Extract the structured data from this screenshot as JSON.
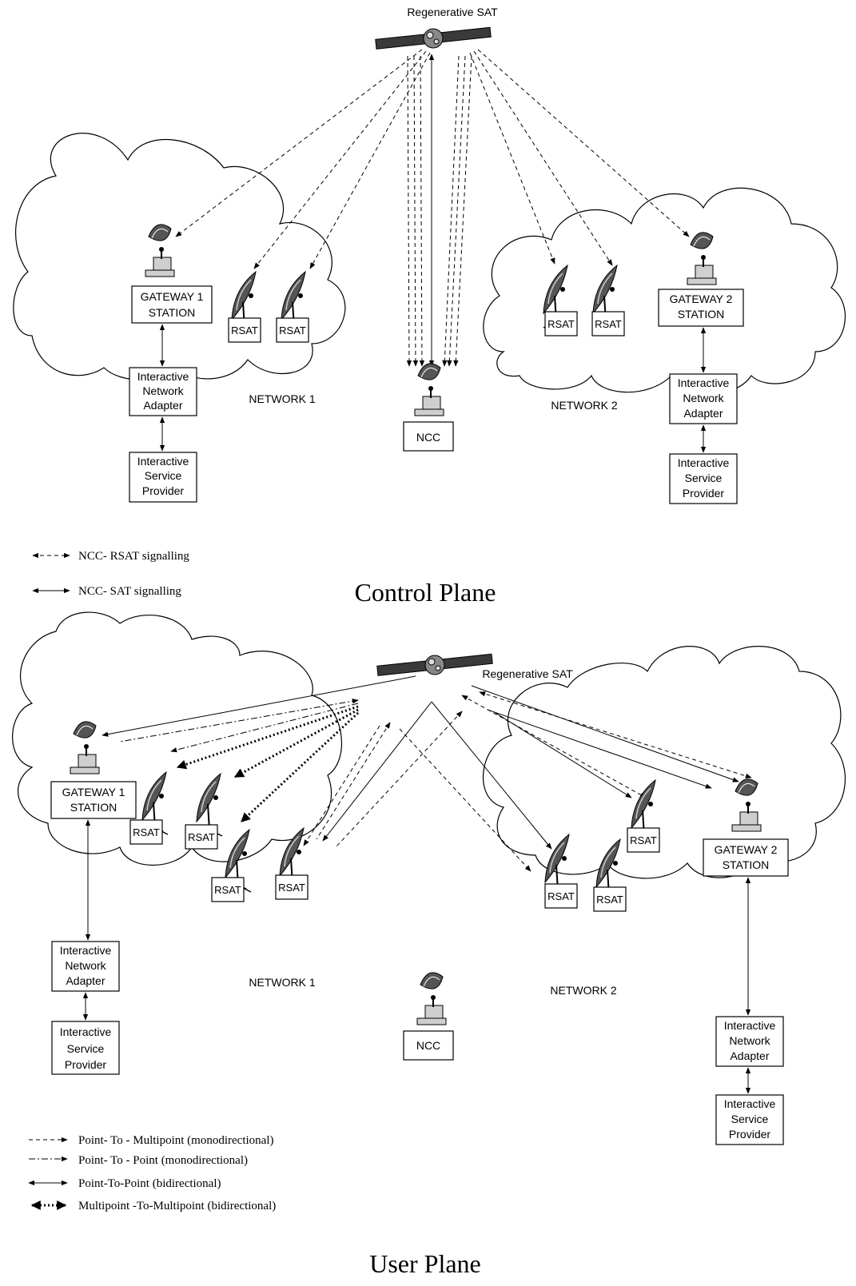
{
  "control_plane": {
    "title": "Control Plane",
    "satellite_label": "Regenerative SAT",
    "network1": {
      "label": "NETWORK 1",
      "gateway_line1": "GATEWAY 1",
      "gateway_line2": "STATION",
      "rsat": [
        "RSAT",
        "RSAT"
      ],
      "adapter": [
        "Interactive",
        "Network",
        "Adapter"
      ],
      "provider": [
        "Interactive",
        "Service",
        "Provider"
      ]
    },
    "network2": {
      "label": "NETWORK 2",
      "gateway_line1": "GATEWAY 2",
      "gateway_line2": "STATION",
      "rsat": [
        "RSAT",
        "RSAT"
      ],
      "adapter": [
        "Interactive",
        "Network",
        "Adapter"
      ],
      "provider": [
        "Interactive",
        "Service",
        "Provider"
      ]
    },
    "ncc": "NCC",
    "legend": [
      "NCC- RSAT signalling",
      "NCC- SAT signalling"
    ]
  },
  "user_plane": {
    "title": "User Plane",
    "satellite_label": "Regenerative SAT",
    "network1": {
      "label": "NETWORK 1",
      "gateway_line1": "GATEWAY 1",
      "gateway_line2": "STATION",
      "rsat": [
        "RSAT",
        "RSAT",
        "RSAT",
        "RSAT"
      ],
      "adapter": [
        "Interactive",
        "Network",
        "Adapter"
      ],
      "provider": [
        "Interactive",
        "Service",
        "Provider"
      ]
    },
    "network2": {
      "label": "NETWORK 2",
      "gateway_line1": "GATEWAY 2",
      "gateway_line2": "STATION",
      "rsat": [
        "RSAT",
        "RSAT",
        "RSAT"
      ],
      "adapter": [
        "Interactive",
        "Network",
        "Adapter"
      ],
      "provider": [
        "Interactive",
        "Service",
        "Provider"
      ]
    },
    "ncc": "NCC",
    "legend": [
      "Point- To - Multipoint (monodirectional)",
      "Point- To - Point (monodirectional)",
      "Point-To-Point (bidirectional)",
      "Multipoint -To-Multipoint (bidirectional)"
    ]
  },
  "icons": [
    "satellite-icon",
    "dish-antenna-icon",
    "rsat-dish-icon"
  ]
}
